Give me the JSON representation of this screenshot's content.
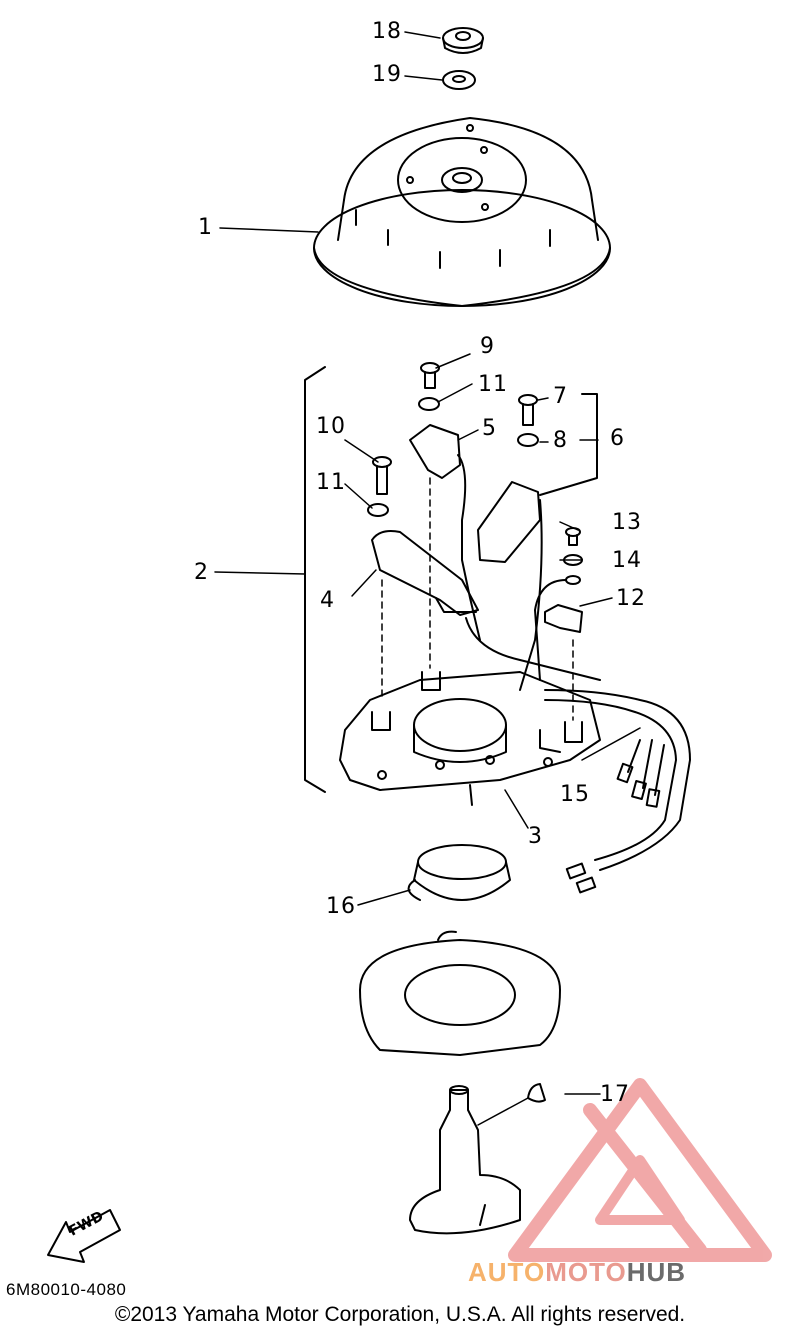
{
  "callouts": [
    {
      "id": "18",
      "label": "18"
    },
    {
      "id": "19",
      "label": "19"
    },
    {
      "id": "1",
      "label": "1"
    },
    {
      "id": "9",
      "label": "9"
    },
    {
      "id": "11a",
      "label": "11"
    },
    {
      "id": "7",
      "label": "7"
    },
    {
      "id": "5",
      "label": "5"
    },
    {
      "id": "8",
      "label": "8"
    },
    {
      "id": "6",
      "label": "6"
    },
    {
      "id": "10",
      "label": "10"
    },
    {
      "id": "11b",
      "label": "11"
    },
    {
      "id": "13",
      "label": "13"
    },
    {
      "id": "14",
      "label": "14"
    },
    {
      "id": "2",
      "label": "2"
    },
    {
      "id": "4",
      "label": "4"
    },
    {
      "id": "12",
      "label": "12"
    },
    {
      "id": "15",
      "label": "15"
    },
    {
      "id": "3",
      "label": "3"
    },
    {
      "id": "16",
      "label": "16"
    },
    {
      "id": "17",
      "label": "17"
    }
  ],
  "fwd_label": "FWD",
  "part_code": "6M80010-4080",
  "copyright": "©2013 Yamaha Motor Corporation, U.S.A. All rights reserved.",
  "watermark": {
    "part1": "AUTO",
    "part2": "MOTO",
    "part3": "HUB",
    "colors": {
      "auto": "#f6b26b",
      "moto": "#e99a8f",
      "hub": "#6b6b6b",
      "triangle": "#ef9a9a"
    }
  }
}
